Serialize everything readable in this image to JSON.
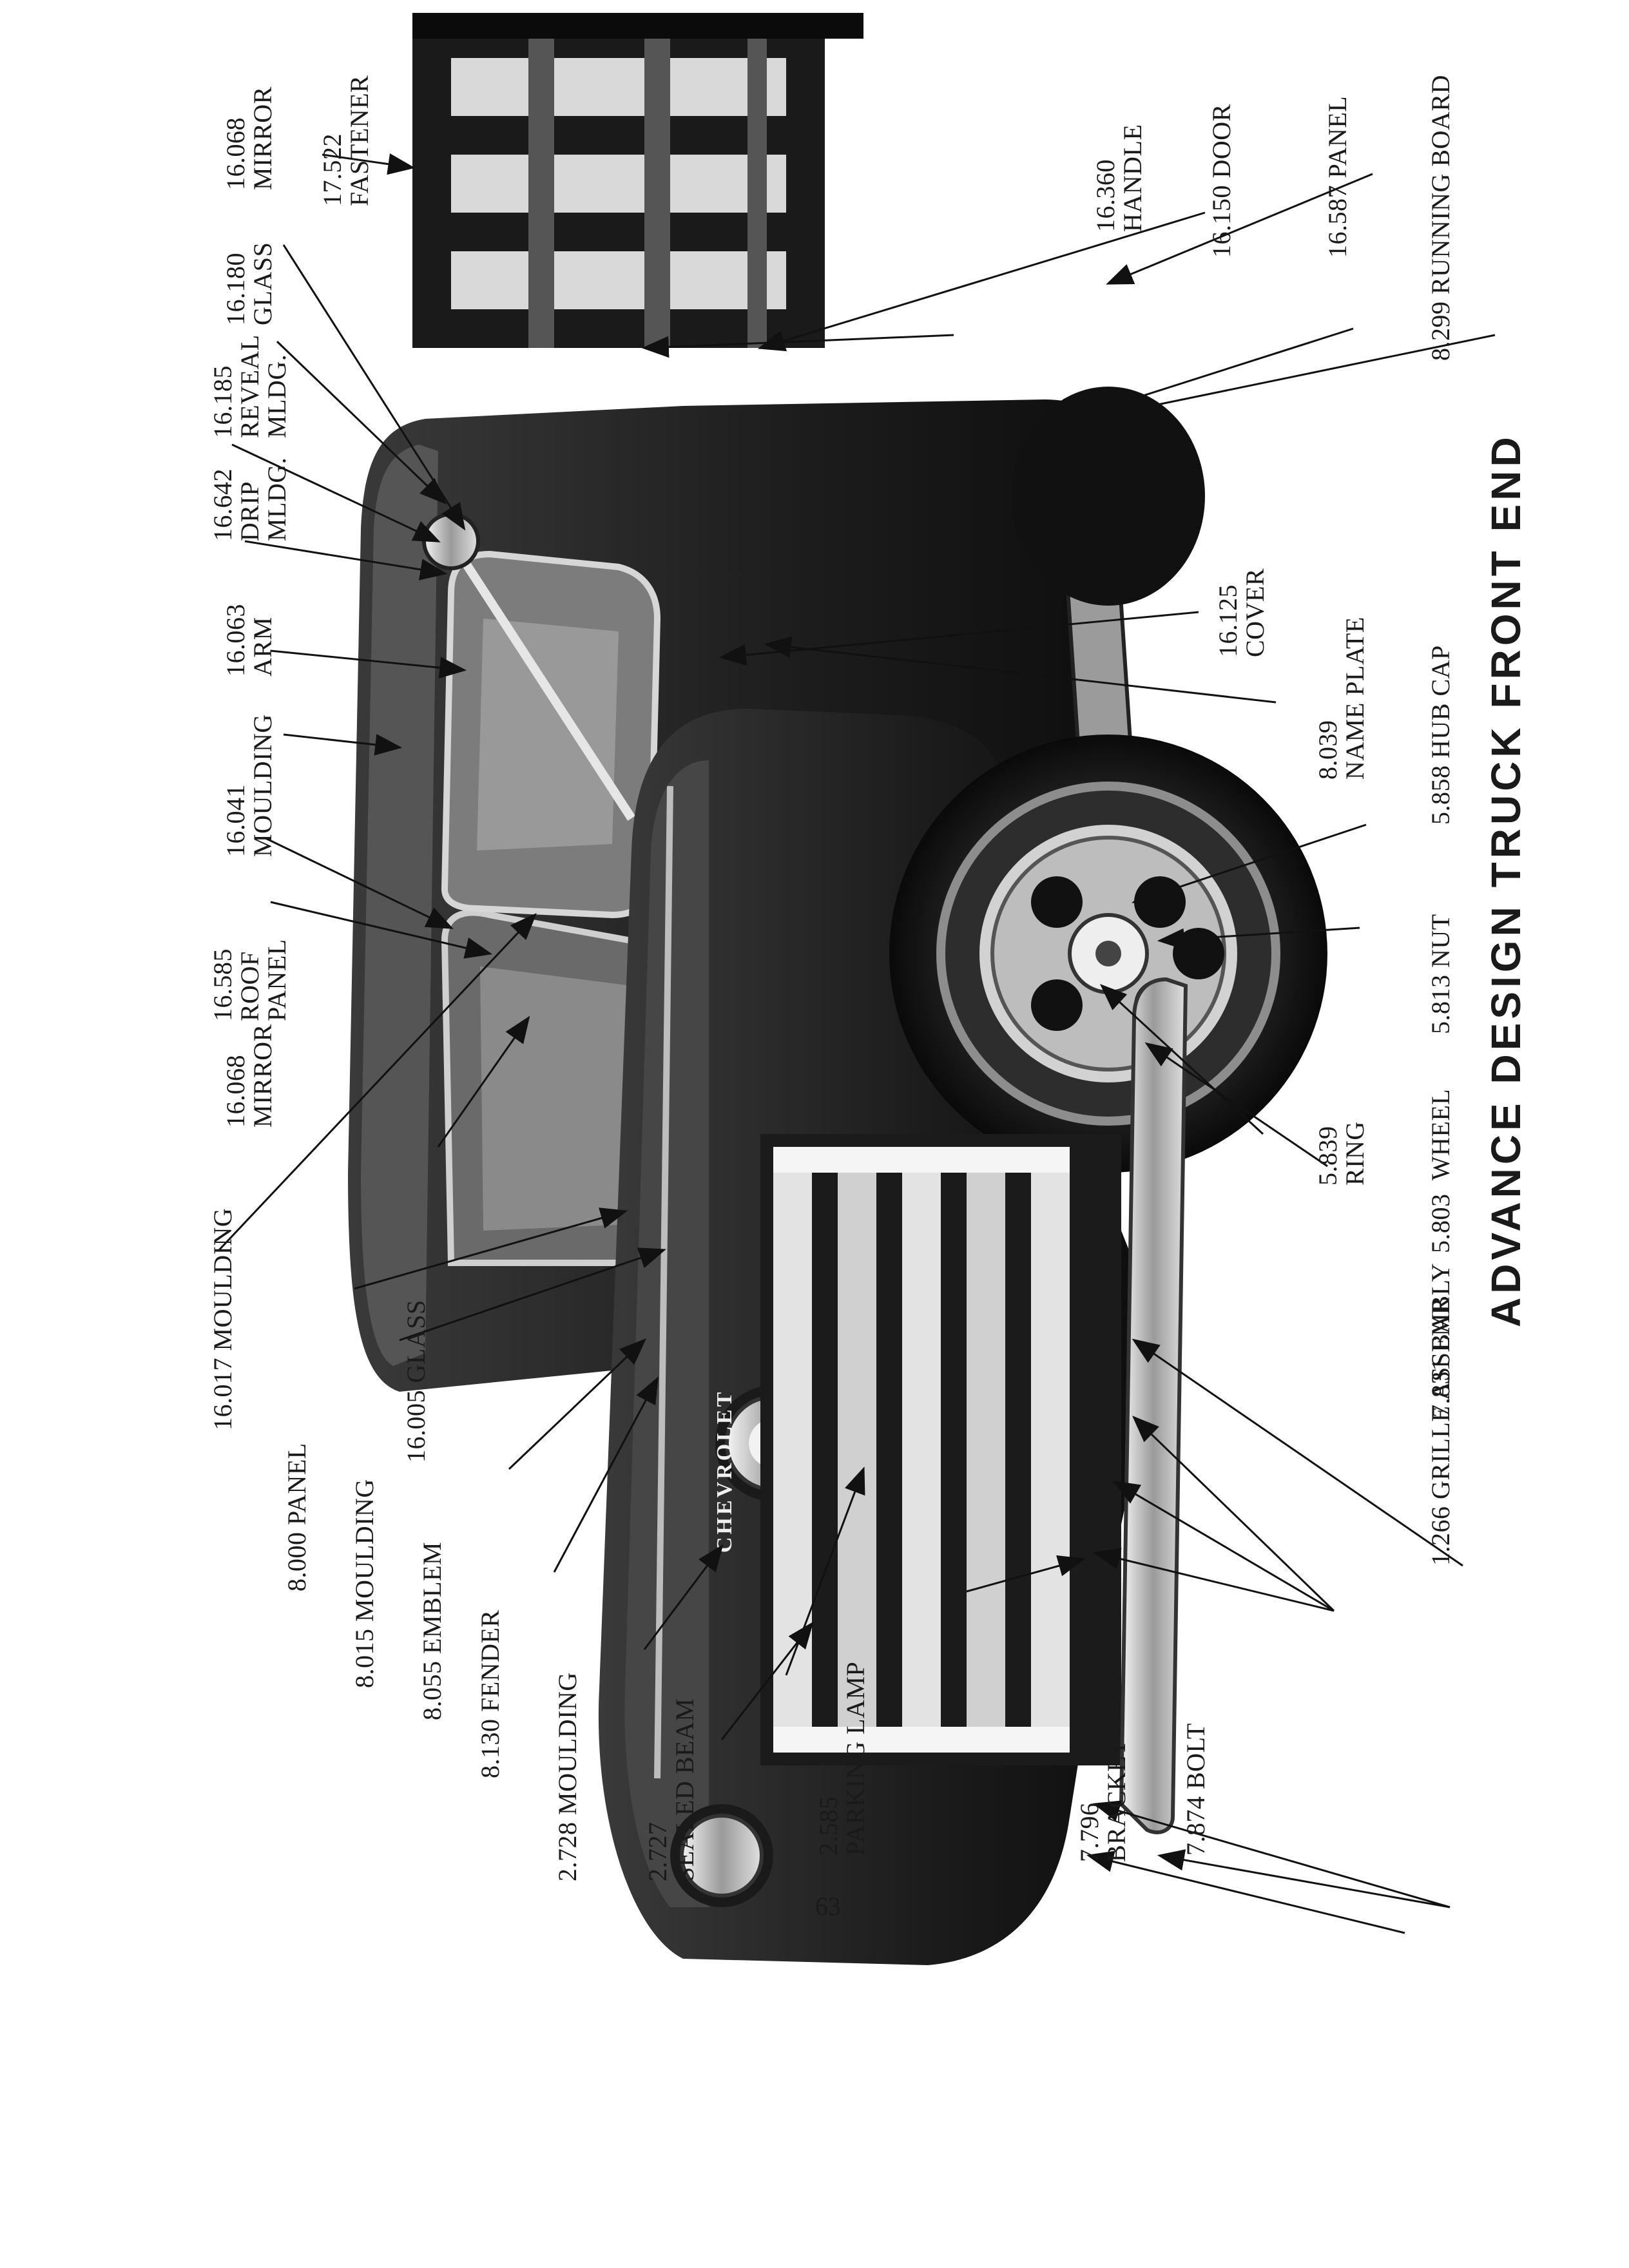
{
  "title": "ADVANCE DESIGN TRUCK FRONT END",
  "page_number": "63",
  "labels": {
    "mirror_top": "16.068\nMIRROR",
    "fastener": "17.522\nFASTENER",
    "glass_top": "16.180\nGLASS",
    "reveal_mldg": "16.185\nREVEAL\nMLDG.",
    "drip_mldg": "16.642\nDRIP\nMLDG.",
    "arm": "16.063\nARM",
    "moulding_roof": "16.041\nMOULDING",
    "roof_panel": "16.585\nROOF\nPANEL",
    "mirror_low": "16.068\nMIRROR",
    "glass_low": "16.005 GLASS",
    "moulding_hood": "16.017 MOULDING",
    "panel_hood": "8.000 PANEL",
    "moulding_grille": "8.015 MOULDING",
    "emblem": "8.055 EMBLEM",
    "fender": "8.130 FENDER",
    "moulding_lamp": "2.728 MOULDING",
    "sealed_beam": "2.727\nSEALED BEAM",
    "parking_lamp": "2.585\nPARKING LAMP",
    "bracket": "7.796\nBRACKET",
    "bolt": "7.874 BOLT",
    "handle": "16.360\nHANDLE",
    "door": "16.150 DOOR",
    "panel_side": "16.587 PANEL",
    "running_board": "8.299 RUNNING BOARD",
    "cover": "16.125\nCOVER",
    "name_plate": "8.039\nNAME PLATE",
    "hub_cap": "5.858 HUB CAP",
    "nut": "5.813 NUT",
    "wheel": "5.803  WHEEL",
    "ring": "5.839\nRING",
    "bar": "7.831 BAR",
    "grille_assembly": "1.266 GRILLE ASSEMBLY"
  },
  "emblem_text": "CHEVROLET"
}
